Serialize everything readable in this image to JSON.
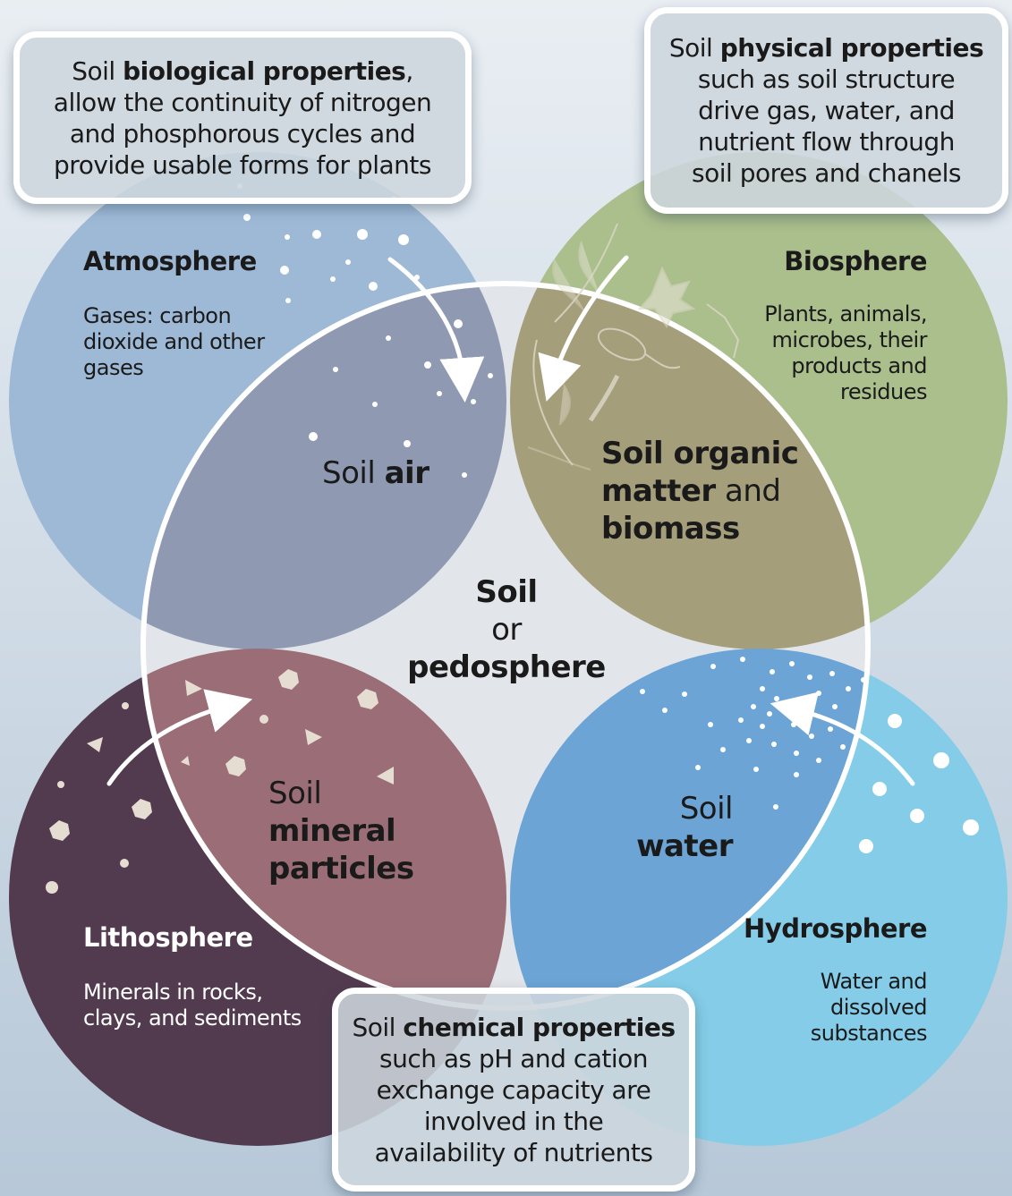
{
  "spheres": {
    "atmosphere": {
      "title": "Atmosphere",
      "desc": [
        "Gases: carbon",
        "dioxide and other",
        "gases"
      ],
      "color": "#9bb8d6"
    },
    "biosphere": {
      "title": "Biosphere",
      "desc": [
        "Plants, animals,",
        "microbes, their",
        "products and",
        "residues"
      ],
      "color": "#a9bd8a"
    },
    "lithosphere": {
      "title": "Lithosphere",
      "desc": [
        "Minerals in rocks,",
        "clays, and sediments"
      ],
      "color": "#523a4e"
    },
    "hydrosphere": {
      "title": "Hydrosphere",
      "desc": [
        "Water and",
        "dissolved",
        "substances"
      ],
      "color": "#82cbe6"
    }
  },
  "soil_parts": {
    "air": {
      "pre": "Soil ",
      "bold": "air",
      "color": "#8f9ab2"
    },
    "organic": {
      "bold1": "Soil organic",
      "bold2": "matter",
      "mid": " and",
      "bold3": "biomass",
      "color": "#a69f7b"
    },
    "mineral": {
      "l1": "Soil",
      "bold1": "mineral",
      "bold2": "particles",
      "color": "#9a6e78"
    },
    "water": {
      "l1": "Soil",
      "bold": "water",
      "color": "#6aa3d4"
    }
  },
  "center": {
    "title": "Soil",
    "or": "or",
    "subtitle": "pedosphere"
  },
  "callouts": {
    "biological": {
      "pre": "Soil ",
      "bold": "biological properties",
      "post": ",",
      "lines": [
        "allow the continuity of nitrogen",
        "and phosphorous cycles and",
        "provide usable forms for plants"
      ]
    },
    "physical": {
      "pre": "Soil ",
      "bold": "physical properties",
      "lines": [
        "such as soil structure",
        "drive gas, water, and",
        "nutrient flow through",
        "soil pores and chanels"
      ]
    },
    "chemical": {
      "pre": "Soil ",
      "bold": "chemical properties",
      "lines": [
        "such as pH and cation",
        "exchange capacity are",
        "involved in the",
        "availability of nutrients"
      ]
    }
  },
  "colors": {
    "background_top": "#e6ecf2",
    "background_bottom": "#b9c9d8",
    "pedosphere_fill": "#e3e6ea",
    "outline": "#ffffff"
  }
}
